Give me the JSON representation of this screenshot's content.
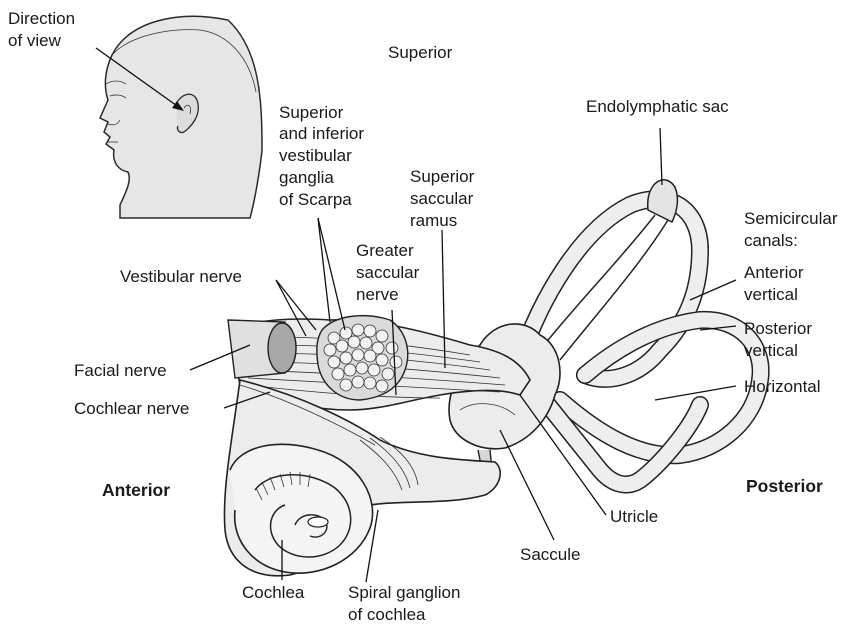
{
  "labels": {
    "direction_of_view": [
      "Direction",
      "of view"
    ],
    "superior": "Superior",
    "endolymphatic_sac": "Endolymphatic sac",
    "ganglia_scarpa": [
      "Superior",
      "and inferior",
      "vestibular",
      "ganglia",
      "of Scarpa"
    ],
    "superior_saccular_ramus": [
      "Superior",
      "saccular",
      "ramus"
    ],
    "semicircular_canals": [
      "Semicircular",
      "canals:"
    ],
    "anterior_vertical": [
      "Anterior",
      "vertical"
    ],
    "posterior_vertical": [
      "Posterior",
      "vertical"
    ],
    "horizontal": "Horizontal",
    "greater_saccular_nerve": [
      "Greater",
      "saccular",
      "nerve"
    ],
    "vestibular_nerve": "Vestibular nerve",
    "facial_nerve": "Facial nerve",
    "cochlear_nerve": "Cochlear nerve",
    "anterior": "Anterior",
    "posterior": "Posterior",
    "utricle": "Utricle",
    "saccule": "Saccule",
    "cochlea": "Cochlea",
    "spiral_ganglion": [
      "Spiral ganglion",
      "of cochlea"
    ]
  },
  "colors": {
    "head_fill": "#e8e8e8",
    "structure_fill": "#ececec",
    "shadow_fill": "#cfcfcf",
    "line": "#111111"
  }
}
